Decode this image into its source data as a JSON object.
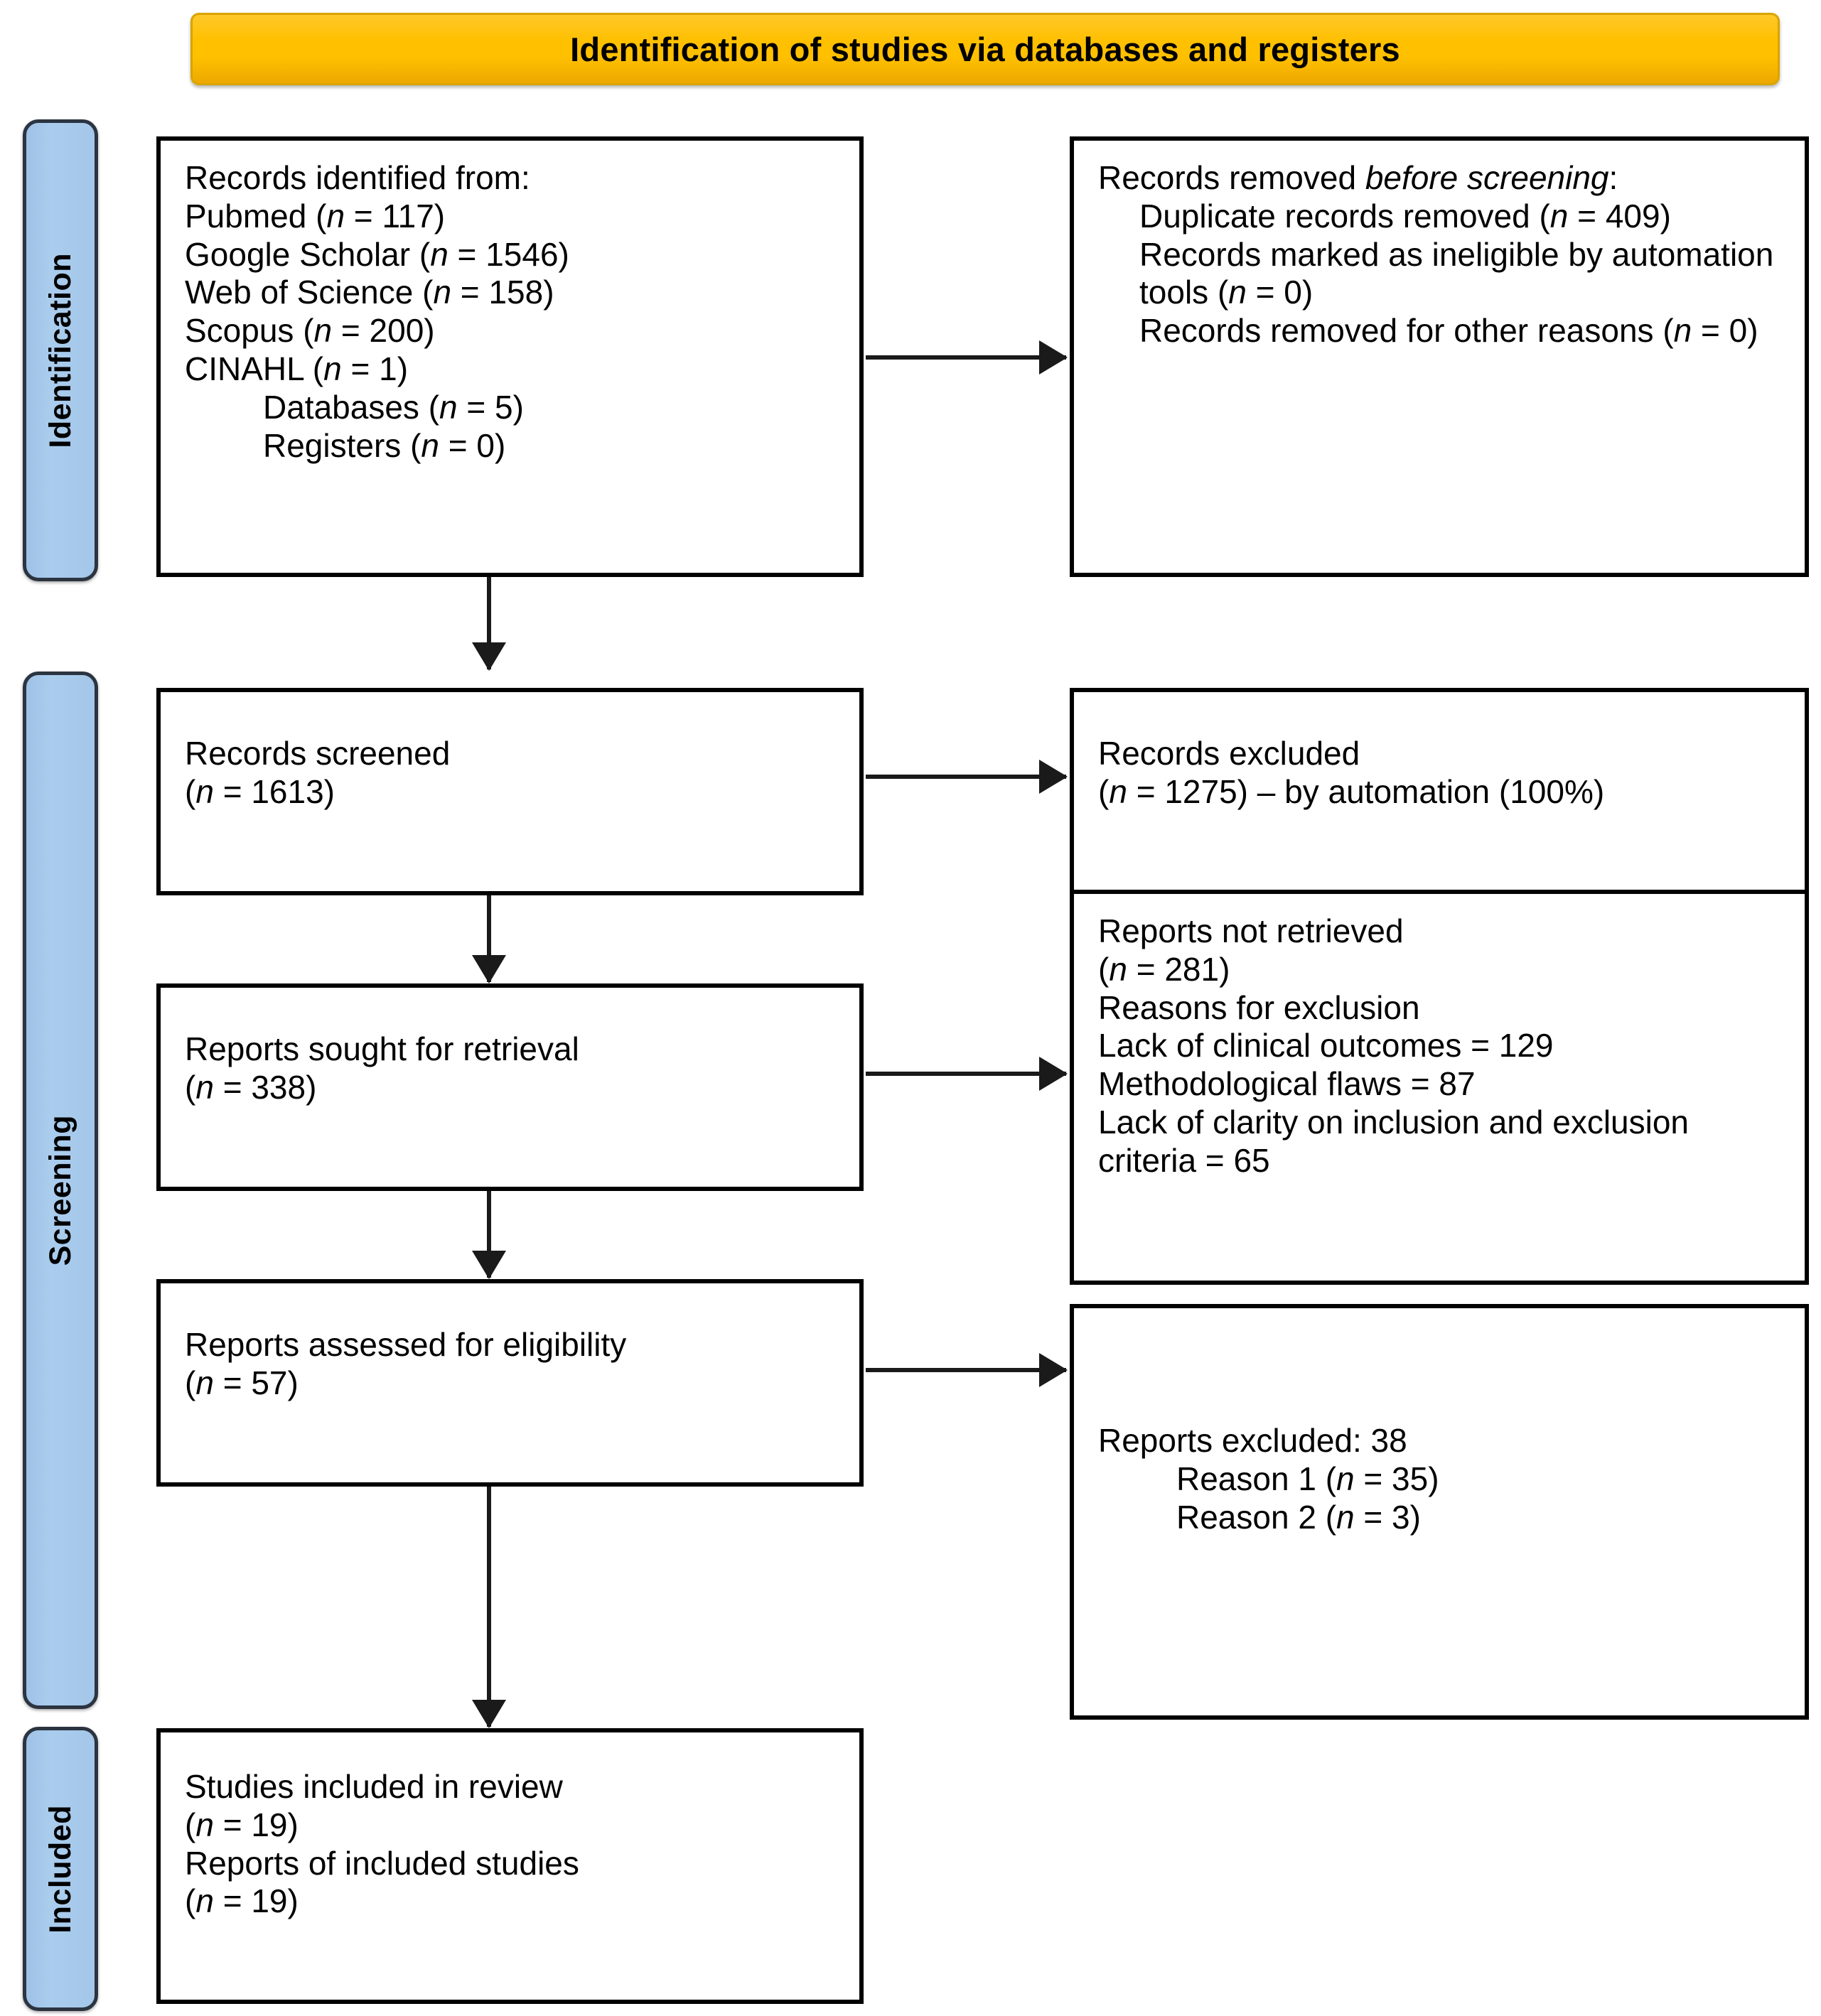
{
  "banner": {
    "title": "Identification of studies via databases and registers",
    "bg_color": "#FFC000",
    "text_color": "#000000"
  },
  "phases": [
    {
      "key": "identification",
      "label": "Identification",
      "bg_color": "#A4C7E9"
    },
    {
      "key": "screening",
      "label": "Screening",
      "bg_color": "#A4C7E9"
    },
    {
      "key": "included",
      "label": "Included",
      "bg_color": "#A4C7E9"
    }
  ],
  "boxes": {
    "records_identified": {
      "name": "Records identified from",
      "lines": [
        {
          "text": "Records identified from:",
          "indent": 0
        },
        {
          "text": "Pubmed (",
          "n": "n",
          "tail": " = 117)",
          "indent": 0
        },
        {
          "text": "Google Scholar (",
          "n": "n",
          "tail": " = 1546)",
          "indent": 0
        },
        {
          "text": "Web of Science (",
          "n": "n",
          "tail": " = 158)",
          "indent": 0
        },
        {
          "text": "Scopus (",
          "n": "n",
          "tail": " = 200)",
          "indent": 0
        },
        {
          "text": "CINAHL (",
          "n": "n",
          "tail": " = 1)",
          "indent": 0
        },
        {
          "text": "Databases (",
          "n": "n",
          "tail": " = 5)",
          "indent": 2
        },
        {
          "text": "Registers (",
          "n": "n",
          "tail": " = 0)",
          "indent": 2
        }
      ]
    },
    "records_removed": {
      "name": "Records removed before screening",
      "heading_pre": "Records removed ",
      "heading_italic": "before screening",
      "heading_post": ":",
      "lines": [
        {
          "text": "Duplicate records removed (",
          "n": "n",
          "tail": " = 409)",
          "indent": 1
        },
        {
          "text": "Records marked as ineligible by automation tools (",
          "n": "n",
          "tail": " = 0)",
          "indent": 1
        },
        {
          "text": "Records removed for other reasons (",
          "n": "n",
          "tail": " = 0)",
          "indent": 1
        }
      ]
    },
    "records_screened": {
      "name": "Records screened",
      "lines": [
        {
          "text": "Records screened",
          "indent": 0
        },
        {
          "text": "(",
          "n": "n",
          "tail": " = 1613)",
          "indent": 0
        }
      ]
    },
    "records_excluded": {
      "name": "Records excluded",
      "lines": [
        {
          "text": "Records excluded",
          "indent": 0
        },
        {
          "text": "(",
          "n": "n",
          "tail": " = 1275) – by automation (100%)",
          "indent": 0
        }
      ]
    },
    "reports_sought": {
      "name": "Reports sought for retrieval",
      "lines": [
        {
          "text": "Reports sought for retrieval",
          "indent": 0
        },
        {
          "text": "(",
          "n": "n",
          "tail": " = 338)",
          "indent": 0
        }
      ]
    },
    "reports_not_retrieved": {
      "name": "Reports not retrieved",
      "lines": [
        {
          "text": "Reports not retrieved",
          "indent": 0
        },
        {
          "text": "(",
          "n": "n",
          "tail": " = 281)",
          "indent": 0
        },
        {
          "text": "Reasons for exclusion",
          "indent": 0
        },
        {
          "text": "Lack of clinical outcomes = 129",
          "indent": 0
        },
        {
          "text": "Methodological flaws = 87",
          "indent": 0
        },
        {
          "text": "Lack of clarity on inclusion and exclusion criteria = 65",
          "indent": 0
        }
      ]
    },
    "reports_assessed": {
      "name": "Reports assessed for eligibility",
      "lines": [
        {
          "text": "Reports assessed for eligibility",
          "indent": 0
        },
        {
          "text": "(",
          "n": "n",
          "tail": " = 57)",
          "indent": 0
        }
      ]
    },
    "reports_excluded": {
      "name": "Reports excluded",
      "lines": [
        {
          "text": "Reports excluded: 38",
          "indent": 0
        },
        {
          "text": "Reason 1 (",
          "n": "n",
          "tail": " = 35)",
          "indent": 2
        },
        {
          "text": "Reason 2 (",
          "n": "n",
          "tail": " = 3)",
          "indent": 2
        }
      ]
    },
    "studies_included": {
      "name": "Studies included in review",
      "lines": [
        {
          "text": "Studies included in review",
          "indent": 0
        },
        {
          "text": "(",
          "n": "n",
          "tail": " = 19)",
          "indent": 0
        },
        {
          "text": "Reports of included studies",
          "indent": 0
        },
        {
          "text": "(",
          "n": "n",
          "tail": " = 19)",
          "indent": 0
        }
      ]
    }
  }
}
